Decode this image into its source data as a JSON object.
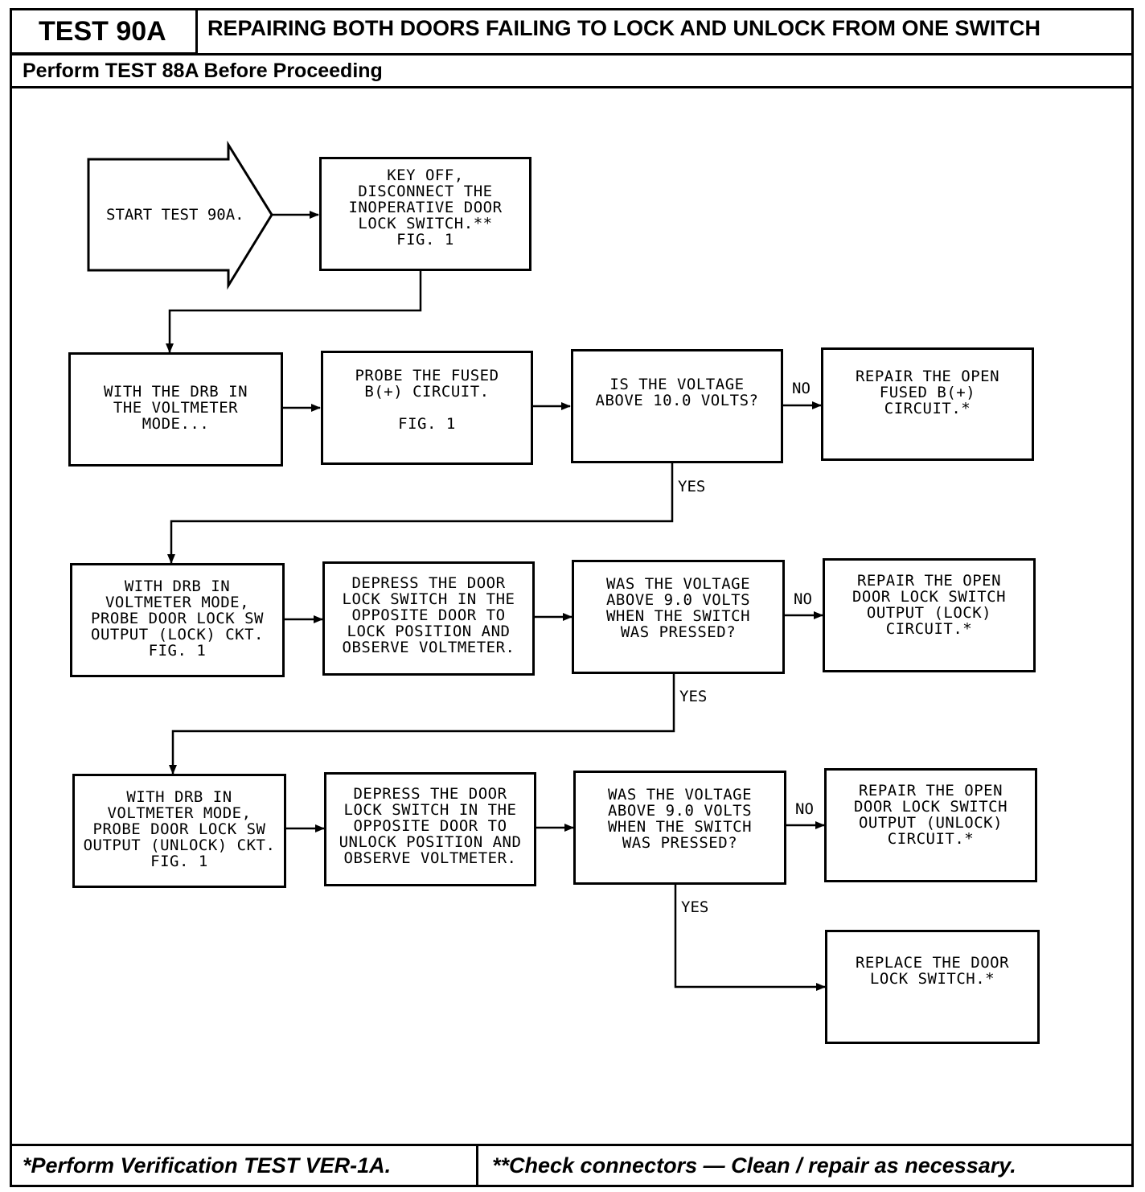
{
  "header": {
    "test_id": "TEST 90A",
    "title": "REPAIRING BOTH DOORS FAILING TO LOCK AND UNLOCK FROM ONE SWITCH",
    "prerequisite": "Perform TEST 88A Before Proceeding"
  },
  "flowchart": {
    "start": "START TEST 90A.",
    "nodes": {
      "key_off": "KEY OFF,\nDISCONNECT THE\nINOPERATIVE DOOR\nLOCK SWITCH.**\nFIG. 1",
      "drb_voltmeter": "WITH THE DRB IN\nTHE VOLTMETER\nMODE...",
      "probe_fused": "PROBE THE FUSED\nB(+) CIRCUIT.\n\nFIG. 1",
      "voltage_10": "IS THE VOLTAGE\nABOVE 10.0 VOLTS?",
      "repair_fused": "REPAIR THE OPEN\nFUSED B(+)\nCIRCUIT.*",
      "probe_lock": "WITH DRB IN\nVOLTMETER MODE,\nPROBE DOOR LOCK SW\nOUTPUT (LOCK) CKT.\nFIG. 1",
      "depress_lock": "DEPRESS THE DOOR\nLOCK SWITCH IN THE\nOPPOSITE DOOR TO\nLOCK POSITION AND\nOBSERVE VOLTMETER.",
      "voltage_9_lock": "WAS THE VOLTAGE\nABOVE 9.0 VOLTS\nWHEN THE SWITCH\nWAS PRESSED?",
      "repair_lock": "REPAIR THE OPEN\nDOOR LOCK SWITCH\nOUTPUT (LOCK)\nCIRCUIT.*",
      "probe_unlock": "WITH DRB IN\nVOLTMETER MODE,\nPROBE DOOR LOCK SW\nOUTPUT (UNLOCK) CKT.\nFIG. 1",
      "depress_unlock": "DEPRESS THE DOOR\nLOCK SWITCH IN THE\nOPPOSITE DOOR TO\nUNLOCK POSITION AND\nOBSERVE VOLTMETER.",
      "voltage_9_unlock": "WAS THE VOLTAGE\nABOVE 9.0 VOLTS\nWHEN THE SWITCH\nWAS PRESSED?",
      "repair_unlock": "REPAIR THE OPEN\nDOOR LOCK SWITCH\nOUTPUT (UNLOCK)\nCIRCUIT.*",
      "replace_switch": "REPLACE THE DOOR\nLOCK SWITCH.*"
    },
    "labels": {
      "no_1": "NO",
      "yes_1": "YES",
      "no_2": "NO",
      "yes_2": "YES",
      "no_3": "NO",
      "yes_3": "YES"
    }
  },
  "footer": {
    "left": "*Perform Verification TEST VER-1A.",
    "right": "**Check connectors — Clean / repair as necessary."
  }
}
